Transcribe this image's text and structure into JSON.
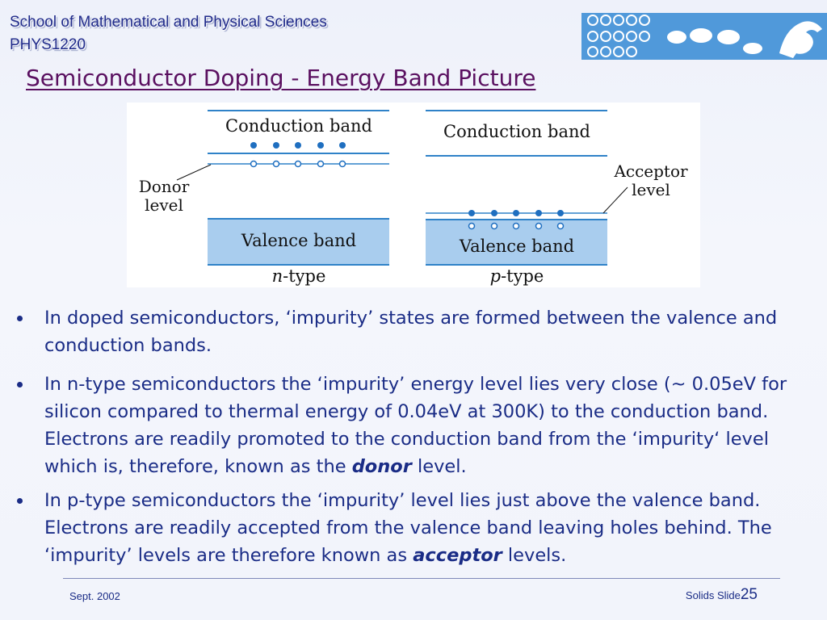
{
  "header": {
    "school": "School of Mathematical and Physical Sciences",
    "course": "PHYS1220"
  },
  "title": "Semiconductor Doping - Energy Band  Picture",
  "figure": {
    "n_type": {
      "conduction_label": "Conduction band",
      "valence_label": "Valence band",
      "level_label_line1": "Donor",
      "level_label_line2": "level",
      "type_letter": "n",
      "type_suffix": "-type"
    },
    "p_type": {
      "conduction_label": "Conduction band",
      "valence_label": "Valence band",
      "level_label_line1": "Acceptor",
      "level_label_line2": "level",
      "type_letter": "p",
      "type_suffix": "-type"
    },
    "colors": {
      "band_fill": "#a9cdee",
      "band_line": "#2f82c8",
      "dot": "#1f6fc0"
    }
  },
  "bullets": [
    {
      "before": "In doped semiconductors, ‘impurity’ states are formed between the valence and conduction bands.",
      "emph": "",
      "after": ""
    },
    {
      "before": "In n-type semiconductors the ‘impurity’ energy level lies very close (~ 0.05eV for silicon compared to thermal energy of 0.04eV at 300K) to the conduction band.  Electrons are readily promoted to the conduction band from the ‘impurity‘ level which is, therefore, known as the ",
      "emph": "donor",
      "after": " level."
    },
    {
      "before": "In p-type semiconductors the ‘impurity’ level lies just above the valence band.  Electrons are readily accepted from the valence band leaving holes behind. The ‘impurity’ levels are therefore known as ",
      "emph": "acceptor",
      "after": " levels."
    }
  ],
  "footer": {
    "date": "Sept. 2002",
    "slide_label": "Solids Slide",
    "slide_number": "25"
  }
}
